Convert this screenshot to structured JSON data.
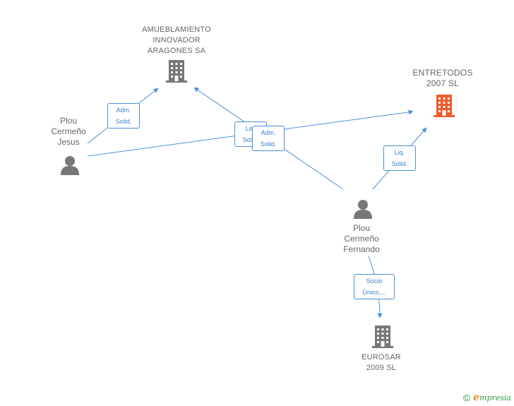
{
  "colors": {
    "edge": "#4a8fd6",
    "company_default": "#777777",
    "company_highlight": "#f05a2a",
    "person": "#777777",
    "text": "#666666"
  },
  "nodes": {
    "amueblamiento": {
      "label": "AMUEBLAMIENTO\nINNOVADOR\nARAGONES SA",
      "icon": "building-icon"
    },
    "entretodos": {
      "label": "ENTRETODOS\n2007 SL",
      "icon": "building-icon",
      "highlighted": true
    },
    "eurosar": {
      "label": "EUROSAR\n2009 SL",
      "icon": "building-icon"
    },
    "jesus": {
      "label": "Plou\nCermeño\nJesus",
      "icon": "person-icon"
    },
    "fernando": {
      "label": "Plou\nCermeño\nFernando",
      "icon": "person-icon"
    }
  },
  "relations": {
    "jesus_amueblamiento": "Adm.\nSolid.",
    "fernando_amueblamiento": "Liq.\nSolid.",
    "jesus_entretodos": "Adm.\nSolid.",
    "fernando_entretodos": "Liq.\nSolid.",
    "fernando_eurosar": "Socio\nÚnico,..."
  },
  "footer": {
    "copyright_symbol": "©",
    "brand_initial": "e",
    "brand_rest": "mpresia"
  }
}
